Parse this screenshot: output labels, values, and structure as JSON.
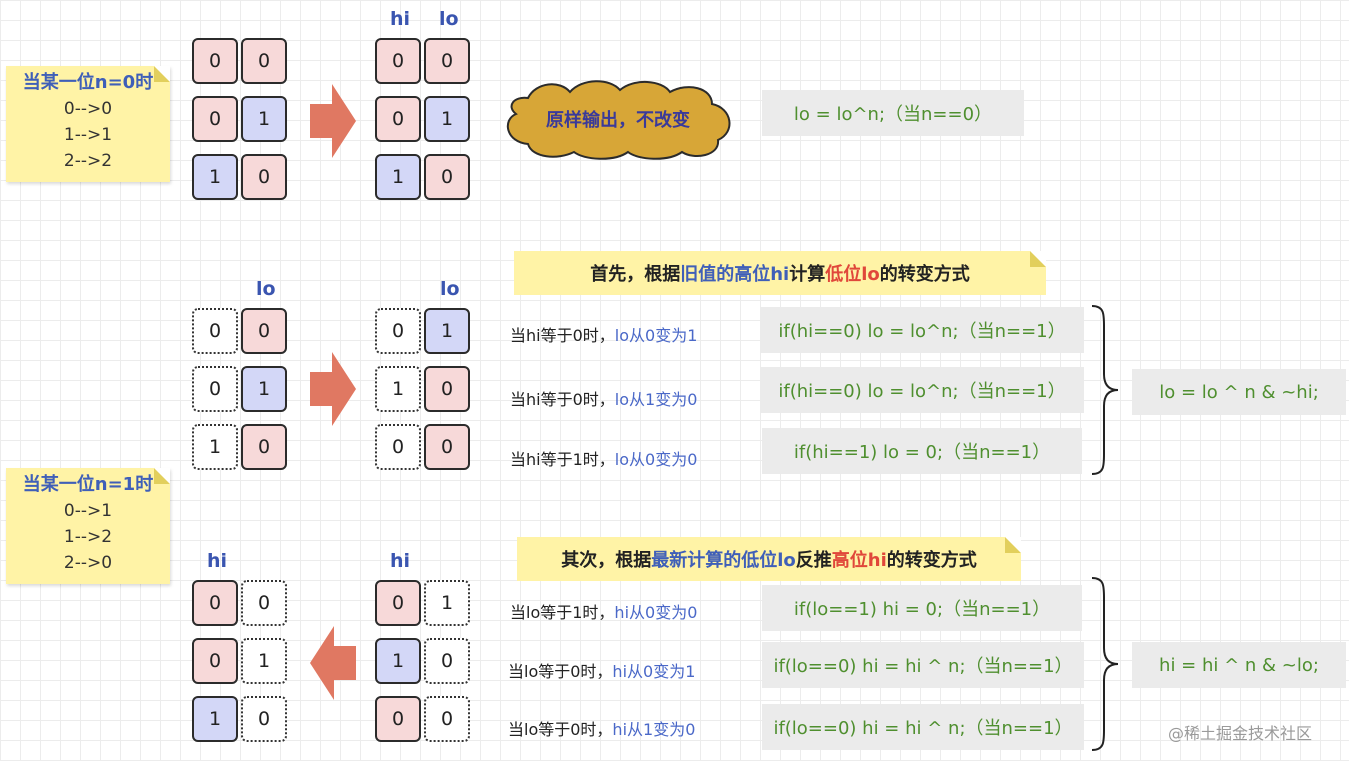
{
  "note_n0": {
    "title": "当某一位n=0时",
    "lines": [
      "0-->0",
      "1-->1",
      "2-->2"
    ]
  },
  "note_n1": {
    "title": "当某一位n=1时",
    "lines": [
      "0-->1",
      "1-->2",
      "2-->0"
    ]
  },
  "labels": {
    "hi": "hi",
    "lo": "lo"
  },
  "cloud_text": "原样输出，不改变",
  "code_n0": "lo = lo^n;（当n==0）",
  "section1": {
    "banner": {
      "p1": "首先，根据",
      "p2": "旧值的高位hi",
      "p3": "计算",
      "p4": "低位lo",
      "p5": "的转变方式"
    },
    "conds": [
      {
        "a": "当hi等于0时，",
        "b": "lo从0变为1"
      },
      {
        "a": "当hi等于0时，",
        "b": "lo从1变为0"
      },
      {
        "a": "当hi等于1时，",
        "b": "lo从0变为0"
      }
    ],
    "codes": [
      "if(hi==0) lo = lo^n;（当n==1）",
      "if(hi==0) lo = lo^n;（当n==1）",
      "if(hi==1) lo = 0;（当n==1）"
    ],
    "result": "lo = lo ^ n & ~hi;"
  },
  "section2": {
    "banner": {
      "p1": "其次，根据",
      "p2": "最新计算的低位lo",
      "p3": "反推",
      "p4": "高位hi",
      "p5": "的转变方式"
    },
    "conds": [
      {
        "a": "当lo等于1时，",
        "b": "hi从0变为0"
      },
      {
        "a": "当lo等于0时，",
        "b": "hi从0变为1"
      },
      {
        "a": "当lo等于0时，",
        "b": "hi从1变为0"
      }
    ],
    "codes": [
      "if(lo==1) hi = 0;（当n==1）",
      "if(lo==0) hi = hi ^ n;（当n==1）",
      "if(lo==0) hi = hi ^ n;（当n==1）"
    ],
    "result": "hi = hi ^ n & ~lo;"
  },
  "cells": {
    "r1_left": [
      [
        "0",
        "0"
      ],
      [
        "0",
        "1"
      ],
      [
        "1",
        "0"
      ]
    ],
    "r1_right": [
      [
        "0",
        "0"
      ],
      [
        "0",
        "1"
      ],
      [
        "1",
        "0"
      ]
    ],
    "r2_left": [
      [
        "0",
        "0"
      ],
      [
        "0",
        "1"
      ],
      [
        "1",
        "0"
      ]
    ],
    "r2_right": [
      [
        "0",
        "1"
      ],
      [
        "1",
        "0"
      ],
      [
        "0",
        "0"
      ]
    ],
    "r3_left": [
      [
        "0",
        "0"
      ],
      [
        "0",
        "1"
      ],
      [
        "1",
        "0"
      ]
    ],
    "r3_right": [
      [
        "0",
        "1"
      ],
      [
        "1",
        "0"
      ],
      [
        "0",
        "0"
      ]
    ]
  },
  "colors": {
    "pink": "#f7d9d9",
    "blue": "#d3d7f7",
    "arrow": "#e07862",
    "cloud": "#d7a637",
    "code_text": "#4f8f2f"
  },
  "watermark": "@稀土掘金技术社区"
}
